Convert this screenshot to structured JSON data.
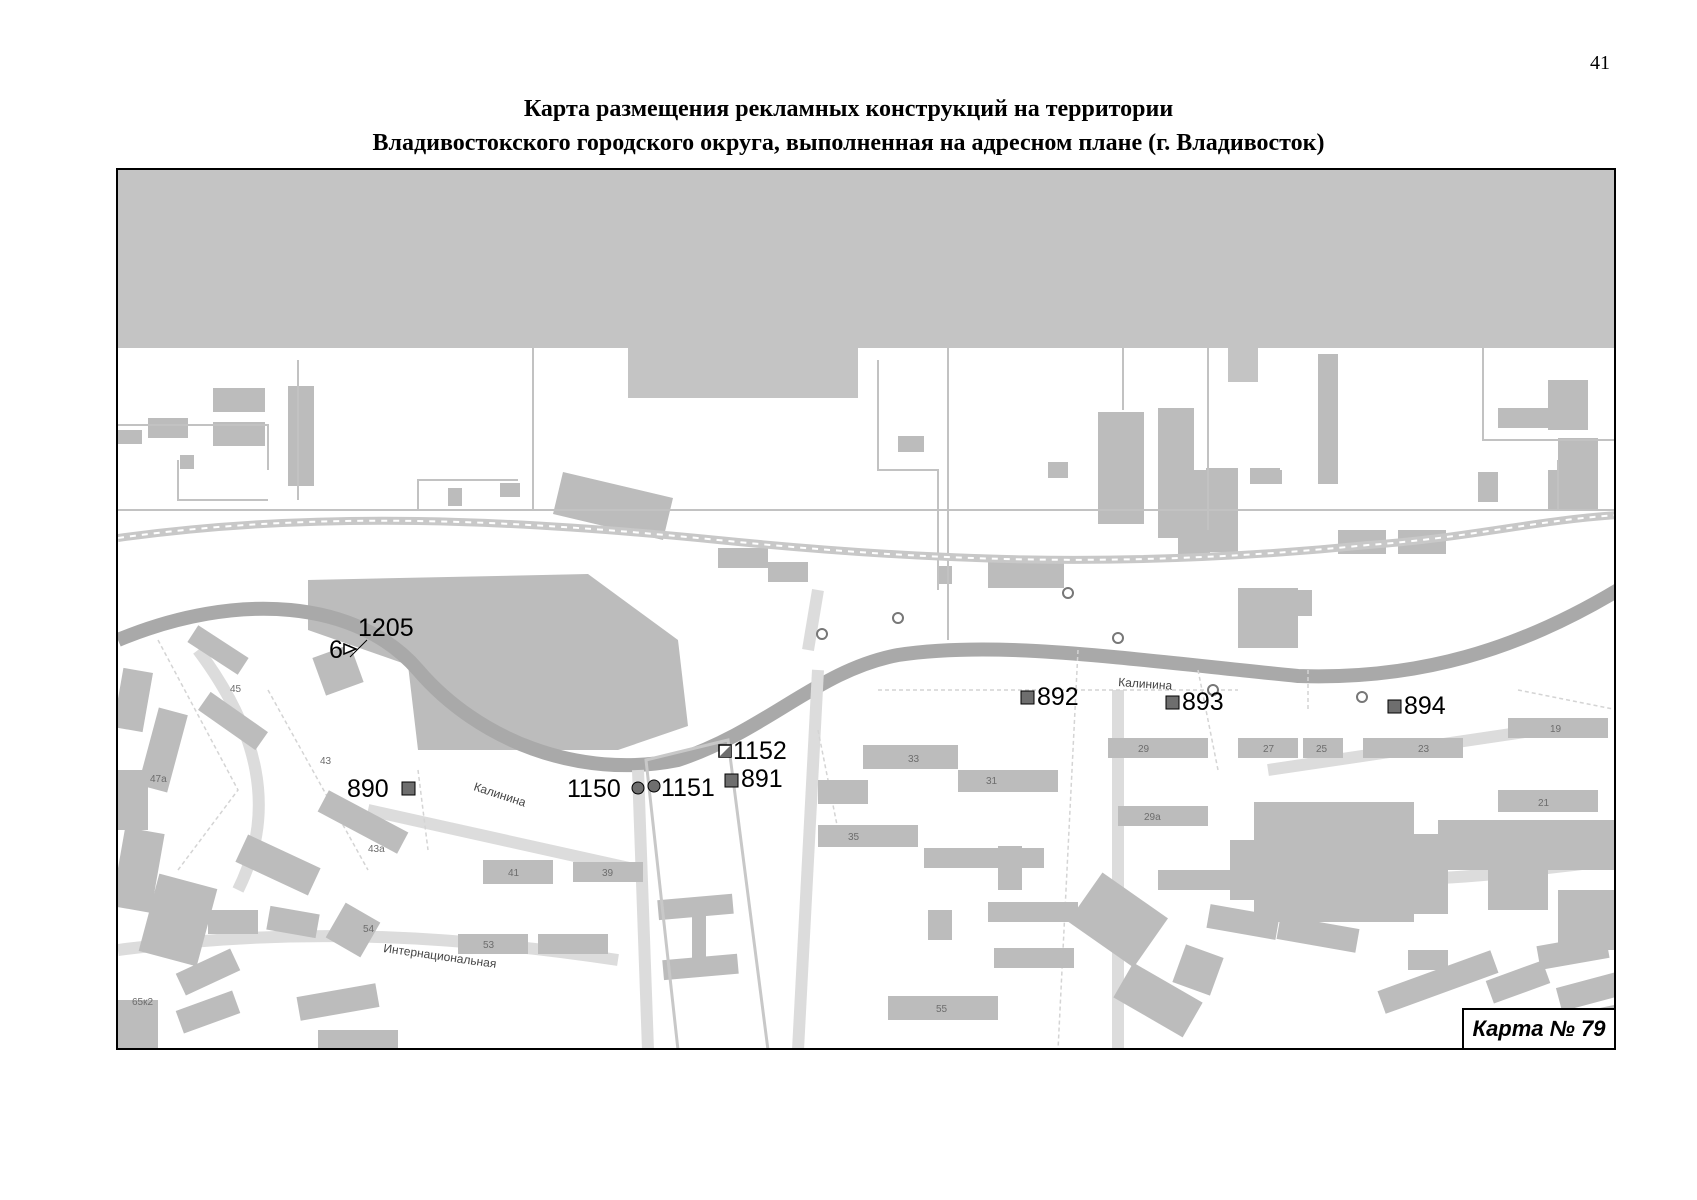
{
  "page_number": "41",
  "title": {
    "line1": "Карта размещения рекламных конструкций на территории",
    "line2": "Владивостокского городского округа, выполненная на адресном плане (г. Владивосток)"
  },
  "map_badge": "Карта № 79",
  "streets": {
    "kalinina_1": "Калинина",
    "kalinina_2": "Калинина",
    "internatsionalnaya": "Интернациональная"
  },
  "markers": [
    {
      "id": "1205",
      "label": "1205",
      "symbol": "triangle-outline"
    },
    {
      "id": "6",
      "label": "6",
      "symbol": "triangle-outline"
    },
    {
      "id": "890",
      "label": "890",
      "symbol": "square-filled"
    },
    {
      "id": "891",
      "label": "891",
      "symbol": "square-filled"
    },
    {
      "id": "892",
      "label": "892",
      "symbol": "square-filled"
    },
    {
      "id": "893",
      "label": "893",
      "symbol": "square-filled"
    },
    {
      "id": "894",
      "label": "894",
      "symbol": "square-filled"
    },
    {
      "id": "1150",
      "label": "1150",
      "symbol": "circle-filled"
    },
    {
      "id": "1151",
      "label": "1151",
      "symbol": "circle-filled"
    },
    {
      "id": "1152",
      "label": "1152",
      "symbol": "square-half"
    }
  ],
  "building_numbers": [
    "45",
    "43",
    "43а",
    "47а",
    "41",
    "39",
    "54",
    "53",
    "33",
    "31",
    "35",
    "29",
    "29а",
    "27",
    "25",
    "23",
    "21",
    "19",
    "55",
    "65к2"
  ],
  "colors": {
    "water": "#c4c4c4",
    "building": "#bcbcbc",
    "road": "#a9a9a9",
    "marker": "#6e6e6e"
  }
}
